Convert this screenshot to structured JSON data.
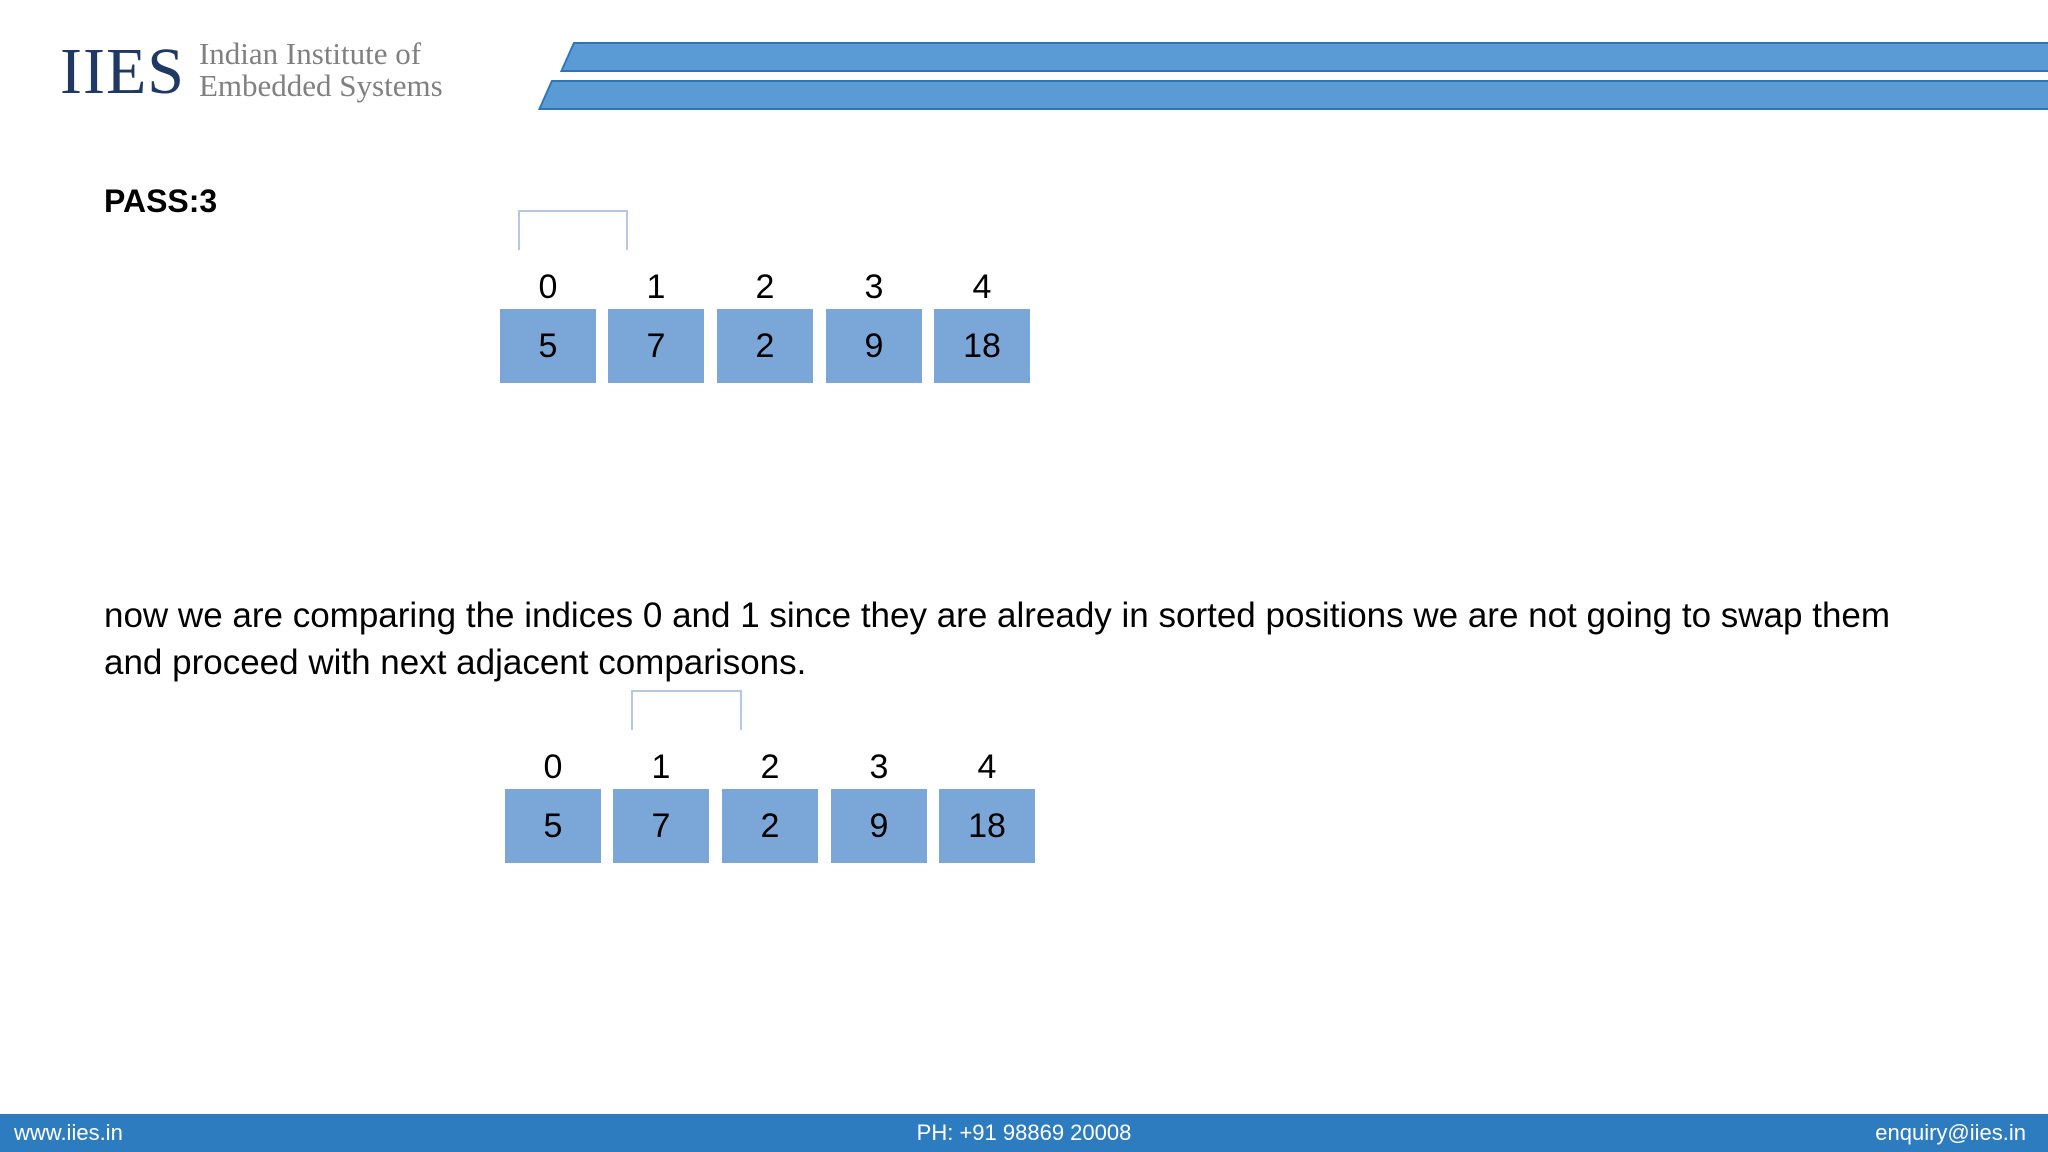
{
  "header": {
    "logo_mark": "IIES",
    "logo_line1": "Indian Institute of",
    "logo_line2": "Embedded Systems",
    "bar_color": "#5B9BD5",
    "bar_border_color": "#2E75B6"
  },
  "slide": {
    "title": "PASS:3",
    "body_text": "now we are comparing the indices 0 and 1 since they are already in sorted positions we are not going to swap them and proceed with next adjacent comparisons.",
    "cell_fill_color": "#7BA7D8",
    "bracket_color": "#B4C7E7"
  },
  "arrays": [
    {
      "name": "array-before-comparison",
      "indices": [
        "0",
        "1",
        "2",
        "3",
        "4"
      ],
      "values": [
        "5",
        "7",
        "2",
        "9",
        "18"
      ],
      "compare_pair": [
        "0",
        "1"
      ]
    },
    {
      "name": "array-after-comparison",
      "indices": [
        "0",
        "1",
        "2",
        "3",
        "4"
      ],
      "values": [
        "5",
        "7",
        "2",
        "9",
        "18"
      ],
      "compare_pair": [
        "1",
        "2"
      ]
    }
  ],
  "footer": {
    "website": "www.iies.in",
    "phone": "PH: +91 98869 20008",
    "email": "enquiry@iies.in",
    "background_color": "#2E7CC0"
  }
}
